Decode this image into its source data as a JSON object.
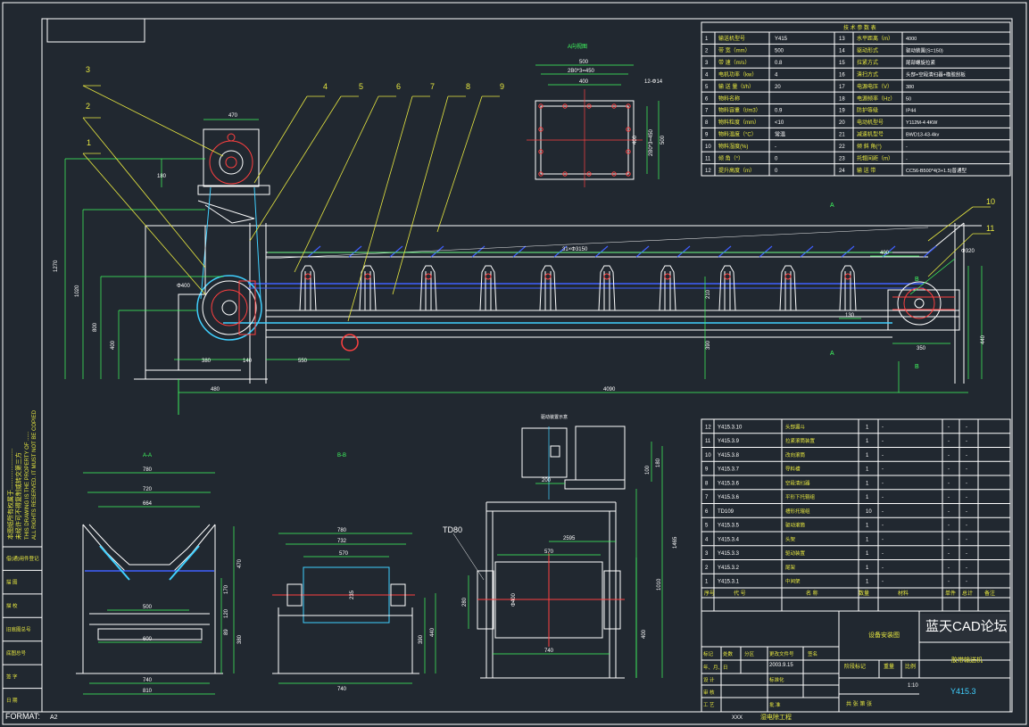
{
  "frame": {
    "format_label": "FORMAT:",
    "format_value": "A2"
  },
  "side_note": {
    "lines_cn": [
      "本图纸所有权属于........................",
      "未经许可不得复制或转交第三方"
    ],
    "lines_en": [
      "THIS DRAWING IS THE PROPERTY OF ......",
      "ALL RIGHTS RESERVED. IT MUST NOT BE COPIED"
    ]
  },
  "left_strip": [
    "借(通)用件登记",
    "描 图",
    "描 校",
    "旧底图总号",
    "底图总号",
    "签 字",
    "日 期"
  ],
  "callouts": [
    "1",
    "2",
    "3",
    "4",
    "5",
    "6",
    "7",
    "8",
    "9",
    "10",
    "11"
  ],
  "main_dims": {
    "top_width": "470",
    "d180": "180",
    "h1270": "1270",
    "h1020": "1020",
    "h800": "800",
    "h400": "400",
    "pulley": "Φ400",
    "d380": "380",
    "d140": "140",
    "d550": "550",
    "pitch": "31×Φ3150",
    "d400r": "400",
    "d210": "210",
    "d130": "130",
    "d390": "390",
    "d350": "350",
    "d440": "440",
    "d320": "Φ320",
    "d480": "480",
    "d4090": "4090",
    "secA": "A",
    "secB": "B"
  },
  "view_a": {
    "title": "A向视图",
    "w500": "500",
    "w2": "2B0*3=450",
    "w400": "400",
    "note": "12-Φ14",
    "h400": "400",
    "h2": "2B0*3=450",
    "h500": "500"
  },
  "spec_table": {
    "title": "技 术 参 数 表",
    "rows": [
      [
        "1",
        "输送机型号",
        "Y415",
        "13",
        "水平距离（m）",
        "4000"
      ],
      [
        "2",
        "带    宽（mm）",
        "500",
        "14",
        "驱动形式",
        "驱动装置(S=150)"
      ],
      [
        "3",
        "带    速（m/s）",
        "0.8",
        "15",
        "拉紧方式",
        "尾部螺旋拉紧"
      ],
      [
        "4",
        "电机功率（kw）",
        "4",
        "16",
        "清扫方式",
        "头部+空段清扫器+橡胶刮板"
      ],
      [
        "5",
        "输 送 量（t/h）",
        "20",
        "17",
        "电源电压（V）",
        "380"
      ],
      [
        "6",
        "物料名称",
        "",
        "18",
        "电源频率（Hz）",
        "50"
      ],
      [
        "7",
        "物料容重（t/m3）",
        "0.9",
        "19",
        "防护等级",
        "IP44"
      ],
      [
        "8",
        "物料粒度（mm）",
        "<10",
        "20",
        "电动机型号",
        "Y112M-4  4KW"
      ],
      [
        "9",
        "物料温度（°C）",
        "常温",
        "21",
        "减速机型号",
        "BWD13-43-4kv"
      ],
      [
        "10",
        "物料湿度(%)",
        "-",
        "22",
        "倾  斜  角(°)",
        "-"
      ],
      [
        "11",
        "倾    角（°）",
        "0",
        "23",
        "托辊间距（m）",
        "-"
      ],
      [
        "12",
        "提升高度（m）",
        "0",
        "24",
        "输  送  带",
        "CC56-B500*4(3+1.5)普通型"
      ]
    ]
  },
  "bom": {
    "rows": [
      [
        "12",
        "Y415.3.10",
        "头部漏斗",
        "1",
        "-",
        "-",
        "-"
      ],
      [
        "11",
        "Y415.3.9",
        "拉紧滚筒装置",
        "1",
        "-",
        "-",
        "-"
      ],
      [
        "10",
        "Y415.3.8",
        "改向滚筒",
        "1",
        "-",
        "-",
        "-"
      ],
      [
        "9",
        "Y415.3.7",
        "导料槽",
        "1",
        "-",
        "-",
        "-"
      ],
      [
        "8",
        "Y415.3.6",
        "空段清扫器",
        "1",
        "-",
        "-",
        "-"
      ],
      [
        "7",
        "Y415.3.6",
        "平形下托辊组",
        "1",
        "-",
        "-",
        "-"
      ],
      [
        "6",
        "TD109",
        "槽形托辊组",
        "10",
        "-",
        "-",
        "-"
      ],
      [
        "5",
        "Y415.3.5",
        "驱动滚筒",
        "1",
        "-",
        "-",
        "-"
      ],
      [
        "4",
        "Y415.3.4",
        "头架",
        "1",
        "-",
        "-",
        "-"
      ],
      [
        "3",
        "Y415.3.3",
        "驱动装置",
        "1",
        "-",
        "-",
        "-"
      ],
      [
        "2",
        "Y415.3.2",
        "尾架",
        "1",
        "-",
        "-",
        "-"
      ],
      [
        "1",
        "Y415.3.1",
        "中间架",
        "1",
        "-",
        "-",
        "-"
      ]
    ],
    "header": [
      "序号",
      "代  号",
      "名  称",
      "数量",
      "材料",
      "单件",
      "总计",
      "备注"
    ]
  },
  "title_block": {
    "logo": "蓝天CAD论坛",
    "assembly": "设备安装图",
    "drawing_name": "胶带输送机",
    "drawing_no": "Y415.3",
    "scale_label": "比例",
    "scale": "1:10",
    "weight_label": "重量",
    "stage_label": "阶段标记",
    "date": "2003.9.15",
    "sheet_label": "共   张  第   张",
    "designer": "XXX",
    "project": "湿电除工程",
    "cells": [
      "标记",
      "处数",
      "分区",
      "更改文件号",
      "签名",
      "年、月、日",
      "设 计",
      "标准化",
      "审 核",
      "工 艺",
      "批 准"
    ]
  },
  "views": {
    "aa": {
      "title": "A-A",
      "w780": "780",
      "w720": "720",
      "w664": "664",
      "w500": "500",
      "w600": "600",
      "w740": "740",
      "w810": "810",
      "h470": "470",
      "h170": "170",
      "h120": "120",
      "h380": "380",
      "h89": "89"
    },
    "bb": {
      "title": "B-B",
      "w780": "780",
      "w732": "732",
      "w570": "570",
      "w740": "740",
      "h440": "440",
      "h390": "390",
      "h235": "235"
    },
    "drive": {
      "title": "驱动装置示意",
      "w200": "200",
      "w2595": "2595",
      "w570": "570",
      "w740": "740",
      "tag": "TD80",
      "h100": "100",
      "h180": "180",
      "h1465": "1465",
      "h1010": "1010",
      "h280": "280",
      "h400": "400",
      "dia": "Φ400"
    }
  }
}
